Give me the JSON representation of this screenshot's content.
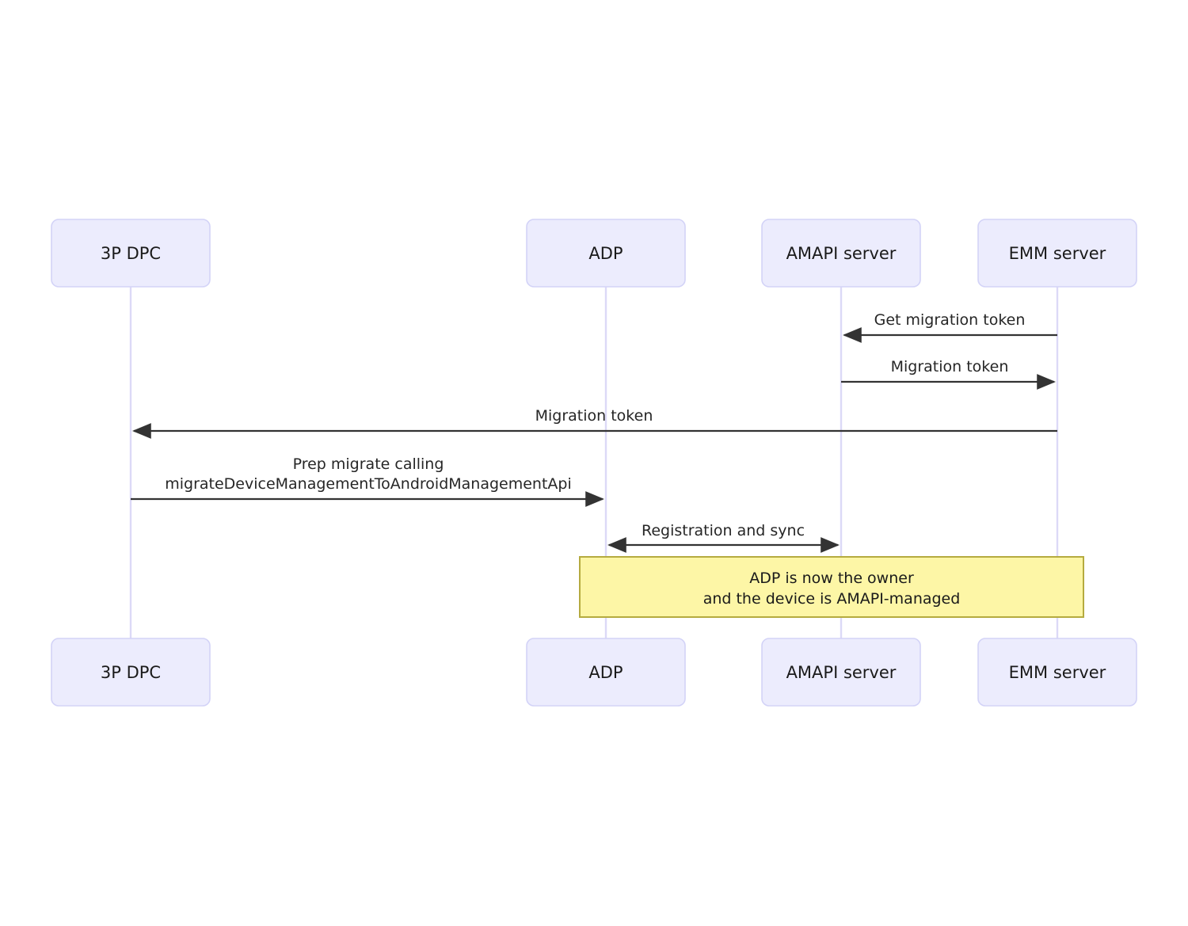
{
  "diagram": {
    "type": "sequence-diagram",
    "title": "",
    "colors": {
      "actor_fill": "#ececfd",
      "actor_border": "#d3d3f7",
      "lifeline": "#dcd9f7",
      "message_line": "#333333",
      "note_fill": "#fdf6a6",
      "note_border": "#b5ab3f",
      "text": "#1a1a1a",
      "background": "#ffffff"
    },
    "participants": [
      {
        "id": "dpc",
        "label": "3P DPC"
      },
      {
        "id": "adp",
        "label": "ADP"
      },
      {
        "id": "amapi",
        "label": "AMAPI server"
      },
      {
        "id": "emm",
        "label": "EMM server"
      }
    ],
    "messages": [
      {
        "id": "m1",
        "label": "Get migration token",
        "from": "emm",
        "to": "amapi",
        "direction": "left",
        "arrow": "single"
      },
      {
        "id": "m2",
        "label": "Migration token",
        "from": "amapi",
        "to": "emm",
        "direction": "right",
        "arrow": "single"
      },
      {
        "id": "m3",
        "label": "Migration token",
        "from": "emm",
        "to": "dpc",
        "direction": "left",
        "arrow": "single"
      },
      {
        "id": "m4",
        "label_line1": "Prep migrate calling",
        "label_line2": "migrateDeviceManagementToAndroidManagementApi",
        "from": "dpc",
        "to": "adp",
        "direction": "right",
        "arrow": "single"
      },
      {
        "id": "m5",
        "label": "Registration and sync",
        "from": "adp",
        "to": "amapi",
        "direction": "both",
        "arrow": "double"
      }
    ],
    "notes": [
      {
        "id": "n1",
        "line1": "ADP is now the owner",
        "line2": "and the device is AMAPI-managed",
        "spans": [
          "adp",
          "emm"
        ]
      }
    ]
  }
}
